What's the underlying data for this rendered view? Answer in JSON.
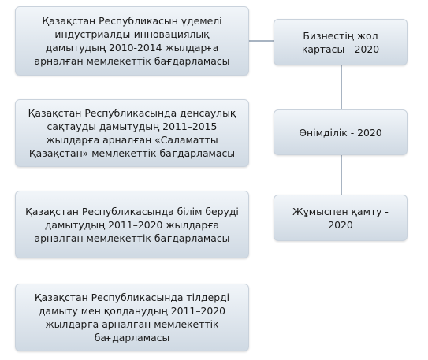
{
  "programs": [
    {
      "text": "Қазақстан Республикасын үдемелі индустриалды-инновациялық дамытудың 2010-2014 жылдарға арналған мемлекеттік бағдарламасы"
    },
    {
      "text": "Қазақстан Республикасында денсаулық сақтауды дамытудың 2011–2015 жылдарға арналған «Саламатты Қазақстан» мемлекеттік бағдарламасы"
    },
    {
      "text": "Қазақстан Республикасында білім беруді дамытудың 2011–2020 жылдарға арналған мемлекеттік бағдарламасы"
    },
    {
      "text": "Қазақстан Республикасында тілдерді дамыту мен қолданудың 2011–2020 жылдарға арналған мемлекеттік бағдарламасы"
    }
  ],
  "right_programs": [
    {
      "text": "Бизнестің жол картасы  - 2020"
    },
    {
      "text": "Өнімділік - 2020"
    },
    {
      "text": "Жұмыспен қамту - 2020"
    }
  ]
}
